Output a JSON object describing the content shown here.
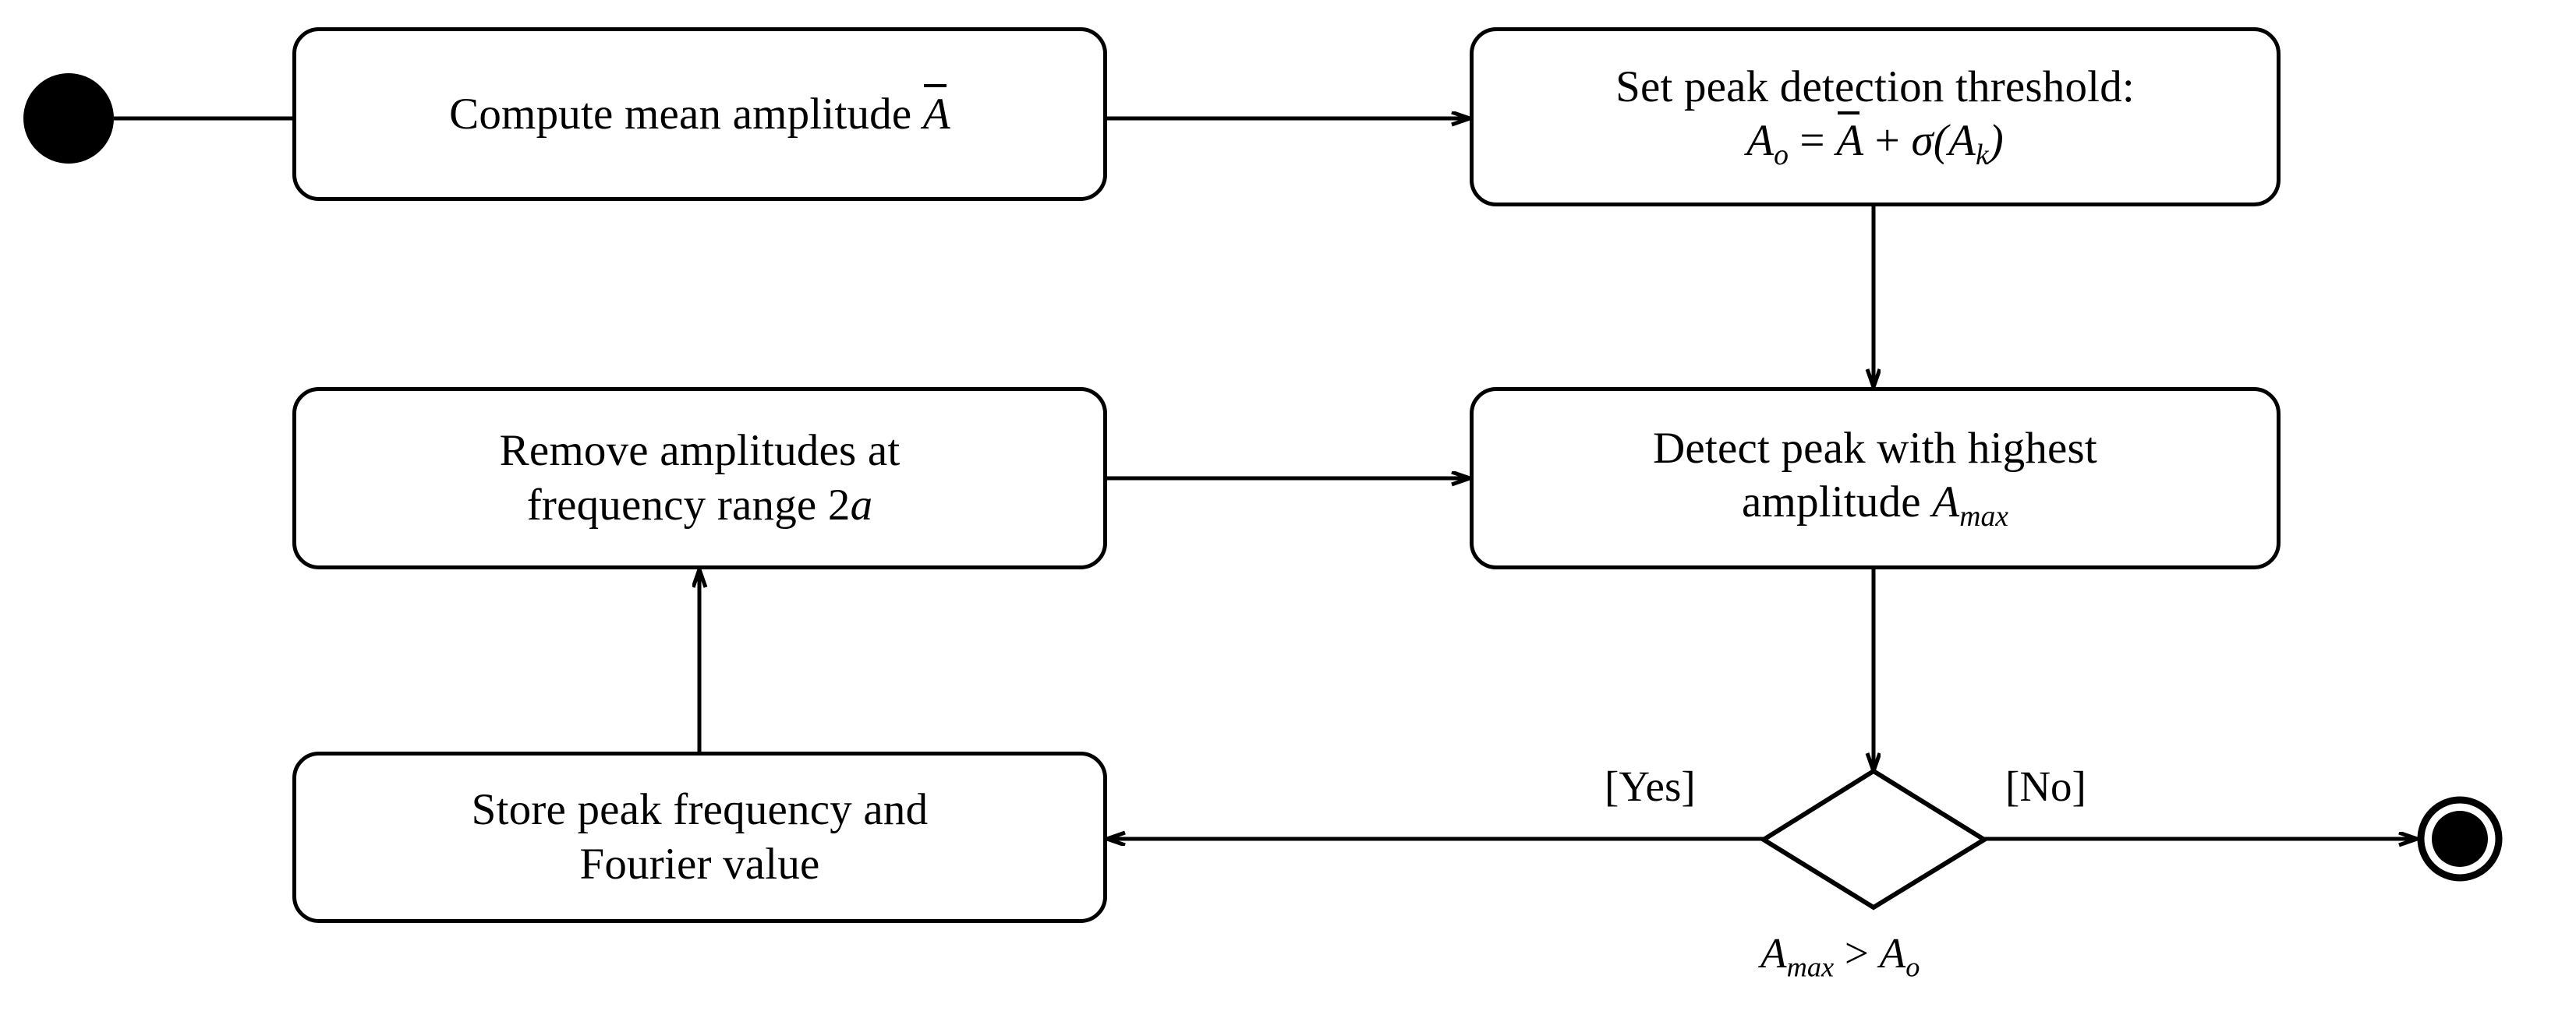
{
  "diagram": {
    "type": "uml-activity-diagram",
    "title": "Peak detection activity diagram",
    "background_color": "#ffffff",
    "stroke_color": "#000000",
    "nodes": {
      "initial": {
        "kind": "initial-node",
        "label": ""
      },
      "final": {
        "kind": "final-node",
        "label": ""
      },
      "compute_mean": {
        "kind": "action",
        "line1_prefix": "Compute mean amplitude ",
        "line1_var": "A",
        "plain": "Compute mean amplitude Ā"
      },
      "set_threshold": {
        "kind": "action",
        "line1": "Set peak detection threshold:",
        "formula": {
          "lhs_var": "A",
          "lhs_sub": "o",
          "eq": " = ",
          "mean_var": "A",
          "plus": " + ",
          "sigma": "σ(",
          "arg_var": "A",
          "arg_sub": "k",
          "close": ")"
        },
        "plain": "Set peak detection threshold: A_o = Ā + σ(A_k)"
      },
      "detect_peak": {
        "kind": "action",
        "line1": "Detect peak with highest",
        "line2_prefix": "amplitude ",
        "line2_var": "A",
        "line2_sub": "max",
        "plain": "Detect peak with highest amplitude A_max"
      },
      "remove_amplitudes": {
        "kind": "action",
        "line1": "Remove amplitudes at",
        "line2_prefix": "frequency range 2",
        "line2_var": "a",
        "plain": "Remove amplitudes at frequency range 2a"
      },
      "store_peak": {
        "kind": "action",
        "line1": "Store peak frequency and",
        "line2": "Fourier value",
        "plain": "Store peak frequency and Fourier value"
      },
      "decision": {
        "kind": "decision",
        "condition": {
          "lhs_var": "A",
          "lhs_sub": "max",
          "op": " > ",
          "rhs_var": "A",
          "rhs_sub": "o"
        },
        "plain": "A_max > A_o"
      }
    },
    "edges": {
      "yes_label": "[Yes]",
      "no_label": "[No]",
      "list": [
        {
          "from": "initial",
          "to": "compute_mean",
          "label": ""
        },
        {
          "from": "compute_mean",
          "to": "set_threshold",
          "label": ""
        },
        {
          "from": "set_threshold",
          "to": "detect_peak",
          "label": ""
        },
        {
          "from": "detect_peak",
          "to": "decision",
          "label": ""
        },
        {
          "from": "decision",
          "to": "store_peak",
          "label": "[Yes]"
        },
        {
          "from": "decision",
          "to": "final",
          "label": "[No]"
        },
        {
          "from": "store_peak",
          "to": "remove_amplitudes",
          "label": ""
        },
        {
          "from": "remove_amplitudes",
          "to": "detect_peak",
          "label": ""
        }
      ]
    }
  }
}
